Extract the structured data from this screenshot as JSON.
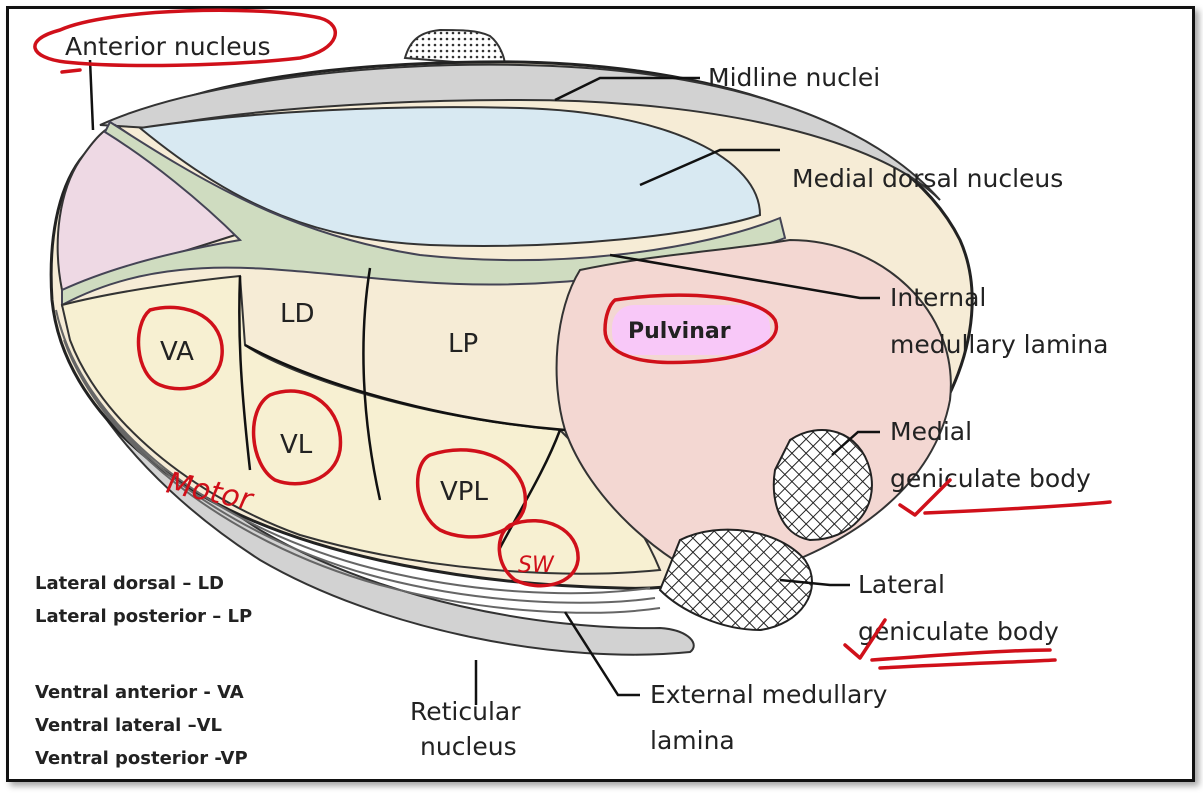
{
  "labels": {
    "anterior_nucleus": "Anterior nucleus",
    "midline_nuclei": "Midline nuclei",
    "medial_dorsal_nucleus": "Medial dorsal nucleus",
    "internal_medullary_lamina_1": "Internal",
    "internal_medullary_lamina_2": "medullary lamina",
    "medial_geniculate_1": "Medial",
    "medial_geniculate_2": "geniculate body",
    "lateral_geniculate_1": "Lateral",
    "lateral_geniculate_2": "geniculate body",
    "external_medullary_lamina_1": "External medullary",
    "external_medullary_lamina_2": "lamina",
    "reticular_nucleus_1": "Reticular",
    "reticular_nucleus_2": "nucleus"
  },
  "nuclei": {
    "ld": "LD",
    "lp": "LP",
    "va": "VA",
    "vl": "VL",
    "vpl": "VPL",
    "pulvinar": "Pulvinar"
  },
  "legend": [
    "Lateral dorsal – LD",
    "Lateral posterior – LP",
    "Ventral anterior - VA",
    "Ventral lateral –VL",
    "Ventral posterior -VP"
  ],
  "annotations": {
    "motor": "Motor",
    "sw": "SW"
  },
  "colors": {
    "anterior": "#eed9e4",
    "medial_dorsal": "#d8e9f2",
    "lamina_green": "#cfdcc0",
    "lateral_tier": "#f6ecd6",
    "ventral": "#f7f0d2",
    "pulvinar": "#f3d7d2",
    "shell": "#d2d2d2",
    "ink": "#d0101a",
    "highlight": "#f8c8f8"
  }
}
